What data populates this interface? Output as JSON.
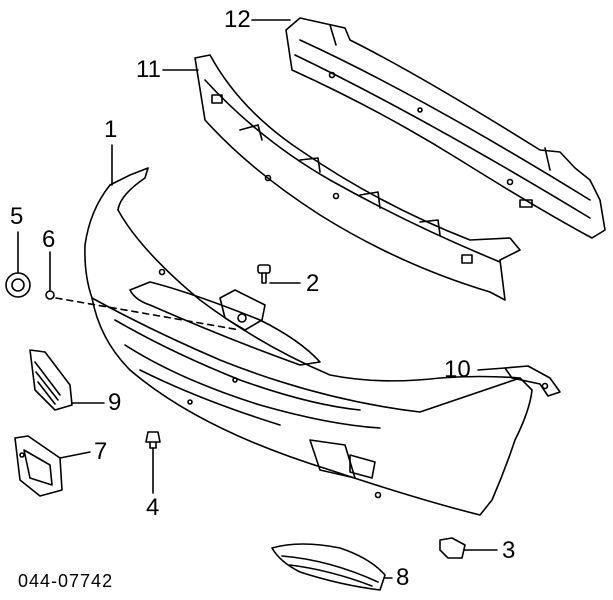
{
  "diagram": {
    "callouts": [
      {
        "id": "1",
        "text": "1"
      },
      {
        "id": "2",
        "text": "2"
      },
      {
        "id": "3",
        "text": "3"
      },
      {
        "id": "4",
        "text": "4"
      },
      {
        "id": "5",
        "text": "5"
      },
      {
        "id": "6",
        "text": "6"
      },
      {
        "id": "7",
        "text": "7"
      },
      {
        "id": "8",
        "text": "8"
      },
      {
        "id": "9",
        "text": "9"
      },
      {
        "id": "10",
        "text": "10"
      },
      {
        "id": "11",
        "text": "11"
      },
      {
        "id": "12",
        "text": "12"
      }
    ],
    "drawing_code": "044-07742"
  }
}
